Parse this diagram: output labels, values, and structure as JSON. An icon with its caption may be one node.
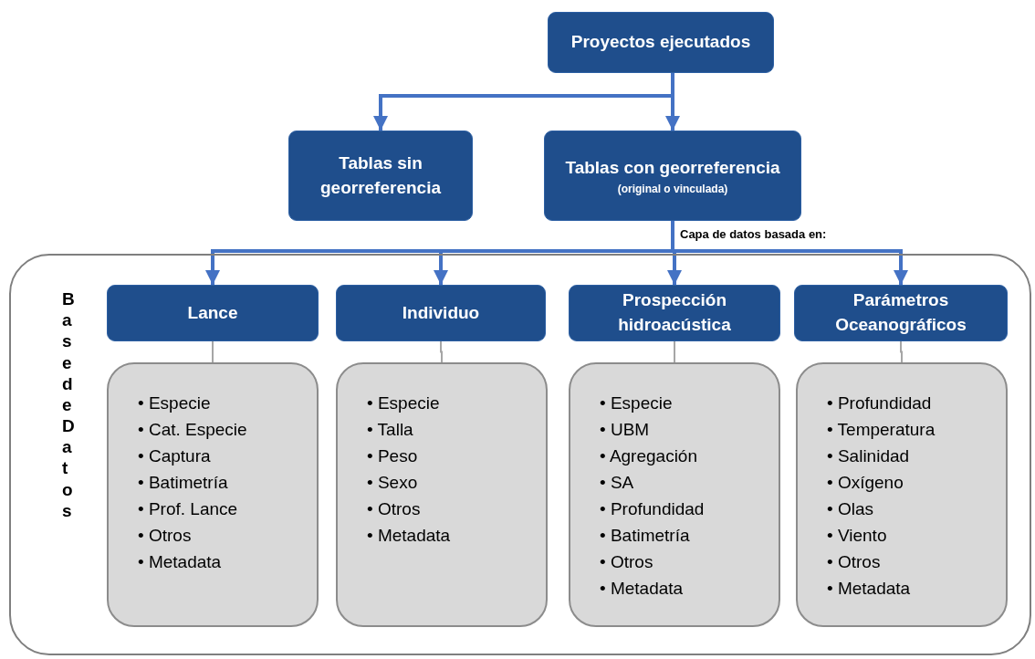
{
  "diagram": {
    "nodes": [
      {
        "text": [
          "Proyectos ejecutados"
        ]
      },
      {
        "text": [
          "Tablas sin georreferencia"
        ]
      },
      {
        "text": [
          "Tablas con georreferencia",
          "(original o vinculada)"
        ]
      },
      {
        "text": [
          "Base de Datos"
        ]
      },
      {
        "text": [
          "Lance"
        ],
        "in": 3
      },
      {
        "text": [
          "Individuo"
        ],
        "in": 3
      },
      {
        "text": [
          "Prospección hidroacústica"
        ],
        "in": 3
      },
      {
        "text": [
          "Parámetros Oceanográficos"
        ],
        "in": 3
      },
      {
        "text": [
          "• Especie",
          "• Cat. Especie",
          "• Captura",
          "• Batimetría",
          "• Prof. Lance",
          "• Otros",
          "• Metadata"
        ],
        "in": 3
      },
      {
        "text": [
          "• Especie",
          "• Talla",
          "• Peso",
          "• Sexo",
          "• Otros",
          "• Metadata"
        ],
        "in": 3
      },
      {
        "text": [
          "• Especie",
          "• UBM",
          "• Agregación",
          "• SA",
          "• Profundidad",
          "• Batimetría",
          "• Otros",
          "• Metadata"
        ],
        "in": 3
      },
      {
        "text": [
          "• Profundidad",
          "• Temperatura",
          "• Salinidad",
          "• Oxígeno",
          "• Olas",
          "• Viento",
          "• Otros",
          "• Metadata"
        ],
        "in": 3
      }
    ],
    "edges": [
      {
        "from": 0,
        "to": 1,
        "arrow": "to"
      },
      {
        "from": 0,
        "to": 2,
        "arrow": "to"
      },
      {
        "from": 2,
        "to": 4,
        "arrow": "to"
      },
      {
        "from": 2,
        "to": 5,
        "arrow": "to"
      },
      {
        "from": 2,
        "to": 6,
        "arrow": "to"
      },
      {
        "from": 2,
        "to": 7,
        "arrow": "to"
      },
      {
        "from": 4,
        "to": 8,
        "arrow": "none",
        "color": "#a6a6a6"
      },
      {
        "from": 5,
        "to": 9,
        "arrow": "none",
        "color": "#a6a6a6"
      },
      {
        "from": 6,
        "to": 10,
        "arrow": "none",
        "color": "#a6a6a6"
      },
      {
        "from": 7,
        "to": 11,
        "arrow": "none",
        "color": "#a6a6a6"
      }
    ],
    "labels": [
      "Capa de datos basada en:"
    ]
  }
}
